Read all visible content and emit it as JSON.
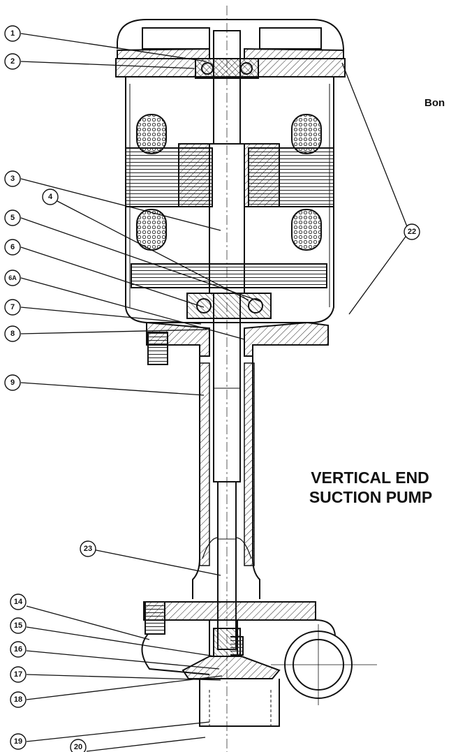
{
  "title": {
    "line1": "VERTICAL END",
    "line2": "SUCTION PUMP"
  },
  "corner_label": "Bon",
  "callouts": [
    "1",
    "2",
    "3",
    "4",
    "5",
    "6",
    "6A",
    "7",
    "8",
    "9",
    "14",
    "15",
    "16",
    "17",
    "18",
    "19",
    "20",
    "22",
    "23"
  ]
}
